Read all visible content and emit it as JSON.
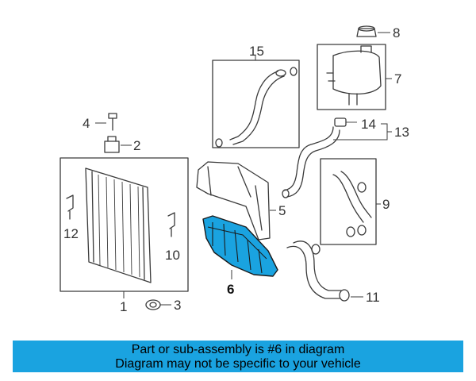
{
  "diagram": {
    "callouts": {
      "c1": "1",
      "c2": "2",
      "c3": "3",
      "c4": "4",
      "c5": "5",
      "c6": "6",
      "c7": "7",
      "c8": "8",
      "c9": "9",
      "c10": "10",
      "c11": "11",
      "c12": "12",
      "c13": "13",
      "c14": "14",
      "c15": "15"
    },
    "highlight_part": "6",
    "highlight_color": "#1aa3e0"
  },
  "banner": {
    "line1": "Part or sub-assembly is #6 in diagram",
    "line2": "Diagram may not be specific to your vehicle",
    "background": "#1aa3e0"
  }
}
